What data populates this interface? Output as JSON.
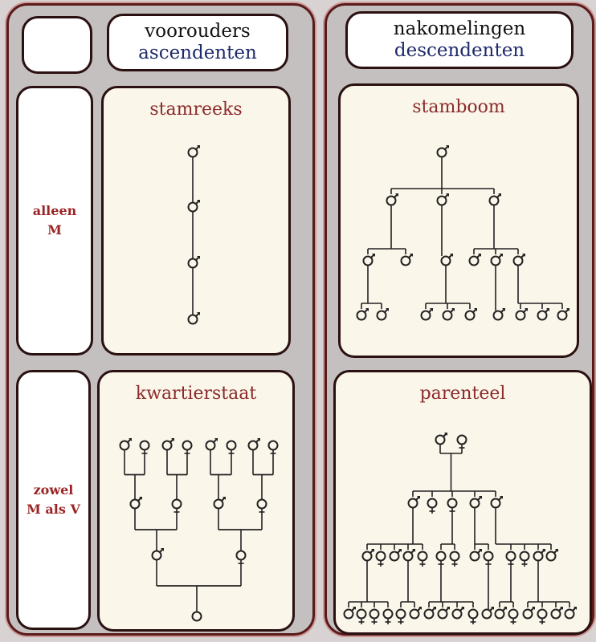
{
  "left_panel": {
    "header": {
      "dutch": "voorouders",
      "french": "ascendenten"
    },
    "rows": [
      {
        "label_line1": "alleen",
        "label_line2": "M"
      },
      {
        "label_line1": "zowel",
        "label_line2": "M als V"
      }
    ],
    "stamreeks": {
      "title": "stamreeks"
    },
    "kwartierstaat": {
      "title": "kwartierstaat"
    }
  },
  "right_panel": {
    "header": {
      "dutch": "nakomelingen",
      "french": "descendenten"
    },
    "stamboom": {
      "title": "stamboom"
    },
    "parenteel": {
      "title": "parenteel"
    }
  },
  "colors": {
    "title": "#8b2b2b",
    "french": "#1f2a6b",
    "border": "#5a1a1a",
    "panel_bg": "#c4c0c0",
    "box_bg": "#fbf6ea"
  },
  "symbols": {
    "M": "male-symbol",
    "F": "female-symbol",
    "U": "unknown-sex-symbol"
  },
  "trees": {
    "stamreeks": {
      "rows": [
        [
          "M"
        ],
        [
          "M"
        ],
        [
          "M"
        ],
        [
          "M"
        ]
      ],
      "groups": [
        [
          [
            [
              0
            ],
            [
              0
            ]
          ]
        ],
        [
          [
            [
              0
            ],
            [
              0
            ]
          ]
        ],
        [
          [
            [
              0
            ],
            [
              0
            ]
          ]
        ]
      ]
    },
    "stamboom": {
      "rows": [
        [
          "M"
        ],
        [
          "M",
          "M",
          "M"
        ],
        [
          "M",
          "M",
          "M",
          "M",
          "M",
          "M"
        ],
        [
          "M",
          "M",
          "M",
          "M",
          "M",
          "M",
          "M",
          "M",
          "M"
        ]
      ],
      "groups": [
        [
          [
            [
              0
            ],
            [
              0,
              1,
              2
            ]
          ]
        ],
        [
          [
            [
              0
            ],
            [
              0,
              1
            ]
          ],
          [
            [
              1
            ],
            [
              2
            ]
          ],
          [
            [
              2
            ],
            [
              3,
              4,
              5
            ]
          ]
        ],
        [
          [
            [
              0
            ],
            [
              0,
              1
            ]
          ],
          [
            [
              2
            ],
            [
              2,
              3,
              4
            ]
          ],
          [
            [
              4
            ],
            [
              5
            ]
          ],
          [
            [
              5
            ],
            [
              6,
              7,
              8
            ]
          ]
        ]
      ]
    },
    "kwartierstaat": {
      "rows": [
        [
          "M",
          "F",
          "M",
          "F",
          "M",
          "F",
          "M",
          "F"
        ],
        [
          "M",
          "F",
          "M",
          "F"
        ],
        [
          "M",
          "F"
        ],
        [
          "U"
        ]
      ],
      "groups": [
        [
          [
            [
              0,
              1
            ],
            [
              0
            ]
          ],
          [
            [
              2,
              3
            ],
            [
              1
            ]
          ],
          [
            [
              4,
              5
            ],
            [
              2
            ]
          ],
          [
            [
              6,
              7
            ],
            [
              3
            ]
          ]
        ],
        [
          [
            [
              0,
              1
            ],
            [
              0
            ]
          ],
          [
            [
              2,
              3
            ],
            [
              1
            ]
          ]
        ],
        [
          [
            [
              0,
              1
            ],
            [
              0
            ]
          ]
        ]
      ]
    },
    "parenteel": {
      "rows": [
        [
          "M",
          "F"
        ],
        [
          "M",
          "F",
          "F",
          "M",
          "M"
        ],
        [
          "M",
          "F",
          "M",
          "M",
          "F",
          "F",
          "F",
          "M",
          "F",
          "F",
          "F",
          "M",
          "M"
        ],
        [
          "M",
          "F",
          "F",
          "F",
          "F",
          "M",
          "M",
          "M",
          "M",
          "F",
          "M",
          "M",
          "F",
          "M",
          "F",
          "M",
          "M"
        ]
      ],
      "groups": [
        [
          [
            [
              0,
              1
            ],
            [
              0,
              1,
              2,
              3,
              4
            ]
          ]
        ],
        [
          [
            [
              0
            ],
            [
              0,
              1,
              2,
              3,
              4
            ]
          ],
          [
            [
              2
            ],
            [
              5,
              6
            ]
          ],
          [
            [
              3
            ],
            [
              7,
              8
            ]
          ],
          [
            [
              4
            ],
            [
              9,
              10,
              11,
              12
            ]
          ]
        ],
        [
          [
            [
              0
            ],
            [
              0,
              1,
              2,
              3
            ]
          ],
          [
            [
              3
            ],
            [
              4,
              5
            ]
          ],
          [
            [
              5
            ],
            [
              6,
              7,
              8,
              9
            ]
          ],
          [
            [
              8
            ],
            [
              10
            ]
          ],
          [
            [
              9
            ],
            [
              11,
              12
            ]
          ],
          [
            [
              11
            ],
            [
              13,
              14,
              15,
              16
            ]
          ]
        ]
      ]
    }
  }
}
